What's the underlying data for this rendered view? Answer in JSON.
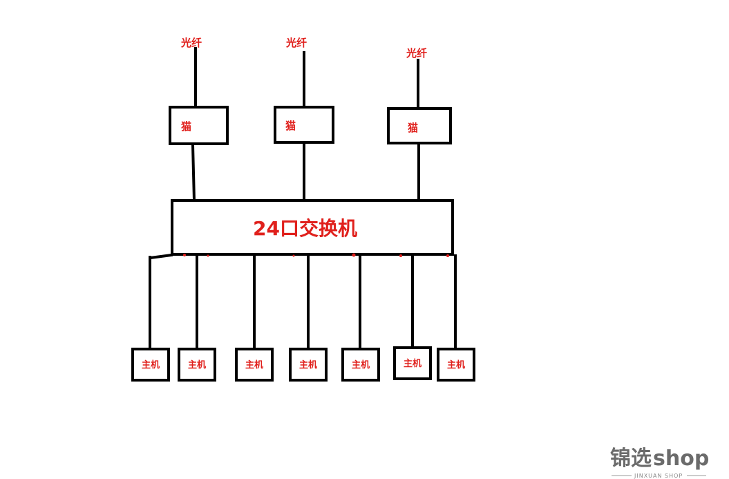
{
  "diagram": {
    "fiber_label": "光纤",
    "modem_label": "猫",
    "switch_label": "24口交换机",
    "host_label": "主机",
    "modem_count": 3,
    "host_count": 7,
    "colors": {
      "line": "#000000",
      "label": "#e0201c"
    }
  },
  "watermark": {
    "brand_cn": "锦选",
    "brand_en": "shop",
    "subtitle": "JINXUAN SHOP"
  }
}
